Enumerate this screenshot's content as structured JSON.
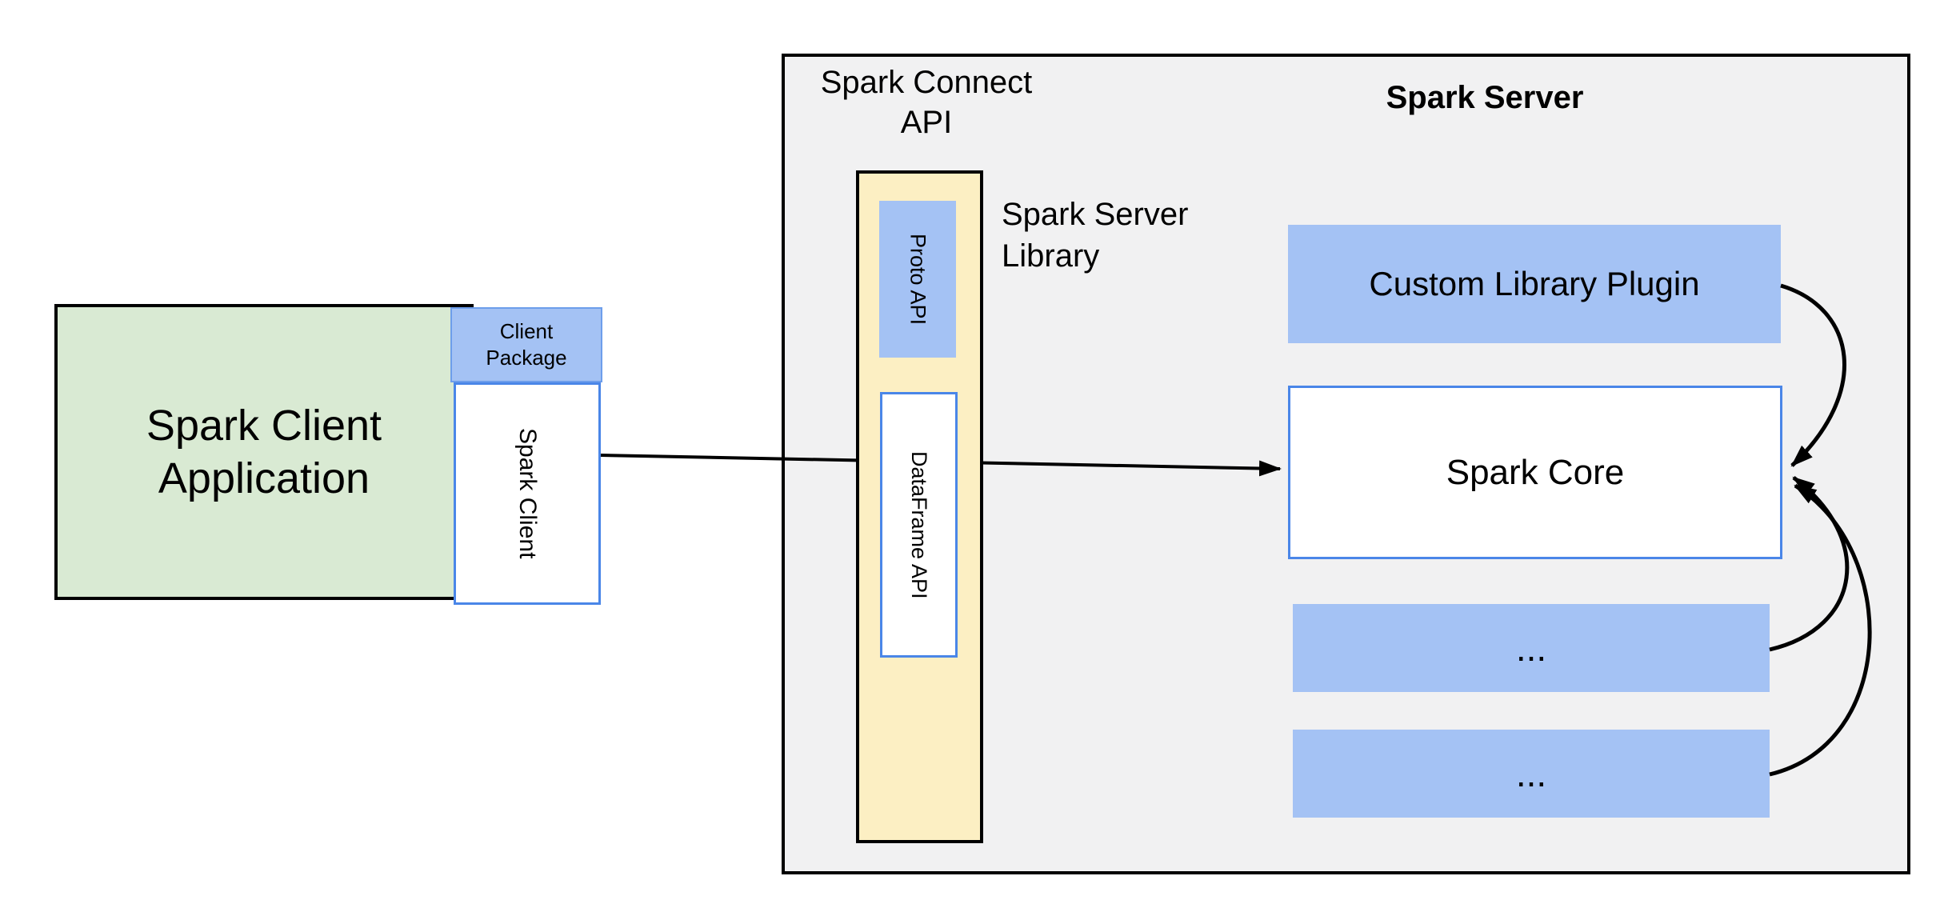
{
  "client": {
    "app_label_line1": "Spark Client",
    "app_label_line2": "Application",
    "package_label_line1": "Client",
    "package_label_line2": "Package",
    "client_box_label": "Spark Client"
  },
  "connect_api": {
    "title_line1": "Spark Connect",
    "title_line2": "API",
    "proto_label": "Proto API",
    "dataframe_label": "DataFrame API",
    "library_label_line1": "Spark Server",
    "library_label_line2": "Library"
  },
  "server": {
    "title": "Spark Server",
    "plugin_label": "Custom Library Plugin",
    "core_label": "Spark Core",
    "module1_label": "...",
    "module2_label": "..."
  },
  "colors": {
    "client_app_fill": "#d9ead3",
    "blue_fill": "#a4c2f4",
    "blue_border": "#4a86e8",
    "package_border": "#6d9eeb",
    "connect_api_fill": "#fcefc3",
    "server_container_fill": "#f1f1f2",
    "line_color": "#000000"
  }
}
